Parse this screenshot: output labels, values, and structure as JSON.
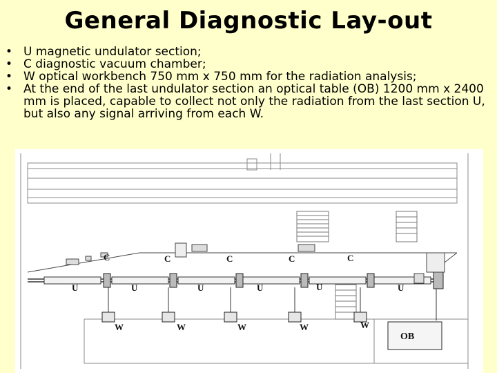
{
  "slide": {
    "title": "General Diagnostic Lay-out",
    "bullets": [
      "U magnetic undulator section;",
      "C diagnostic vacuum chamber;",
      "W optical workbench 750 mm x 750 mm for the radiation analysis;",
      "At the end of the last undulator section an optical table (OB) 1200 mm x 2400 mm is placed, capable to collect not only the radiation from the last section U, but also any signal arriving from each W."
    ],
    "bullet_char": "•"
  },
  "diagram": {
    "labels": {
      "u": "U",
      "c": "C",
      "w": "W",
      "ob": "OB"
    }
  }
}
